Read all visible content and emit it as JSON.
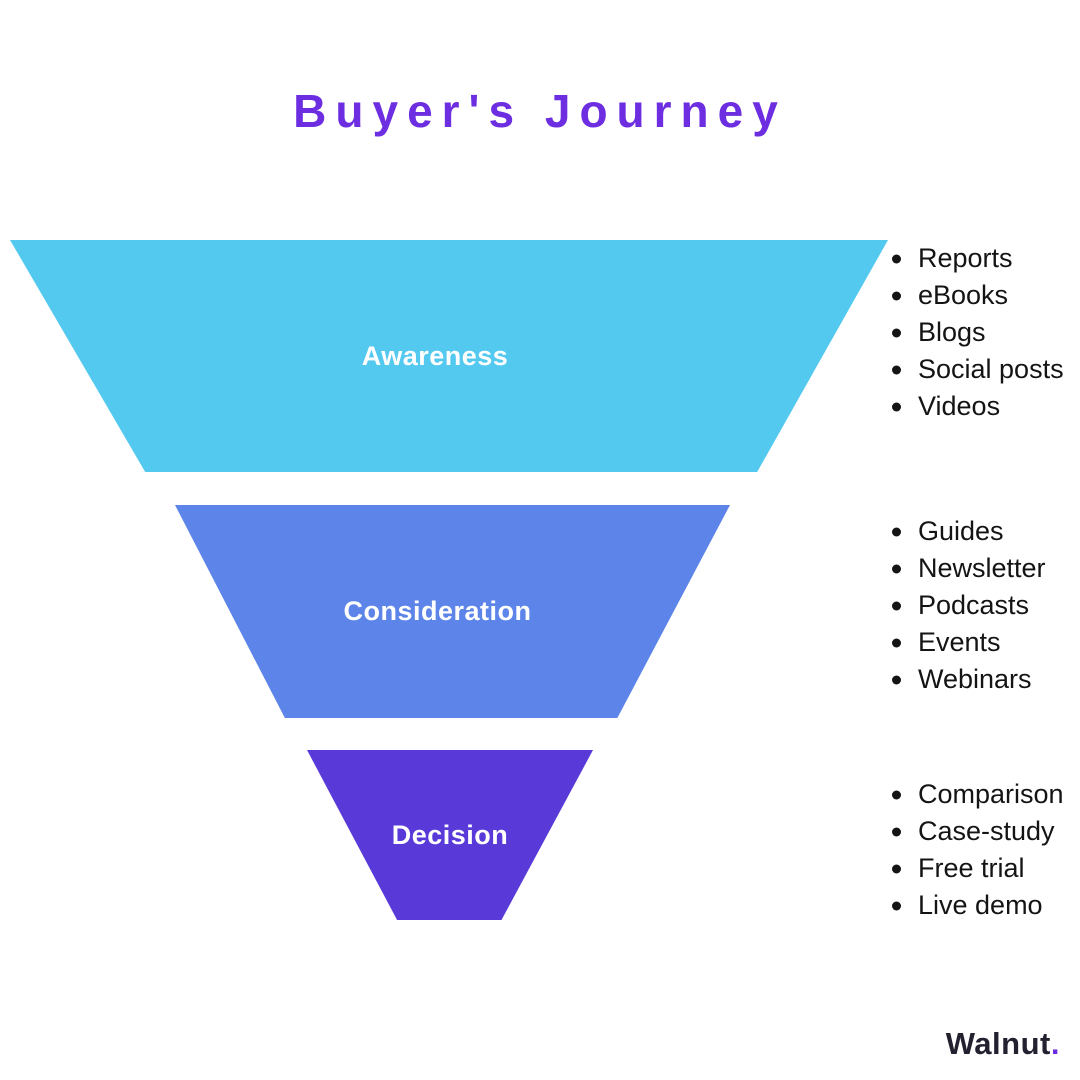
{
  "title": "Buyer's Journey",
  "theme": {
    "background": "#FFFFFF",
    "title_color": "#6D2EE1",
    "text_color": "#141414",
    "brand_color": "#23202F",
    "brand_dot_color": "#6D2EE1"
  },
  "funnel": {
    "stages": [
      {
        "label": "Awareness",
        "color": "#54C9F0",
        "items": [
          "Reports",
          "eBooks",
          "Blogs",
          "Social posts",
          "Videos"
        ]
      },
      {
        "label": "Consideration",
        "color": "#5C84E9",
        "items": [
          "Guides",
          "Newsletter",
          "Podcasts",
          "Events",
          "Webinars"
        ]
      },
      {
        "label": "Decision",
        "color": "#5939D8",
        "items": [
          "Comparison",
          "Case-study",
          "Free trial",
          "Live demo"
        ]
      }
    ]
  },
  "footer": {
    "brand": "Walnut",
    "dot": "."
  }
}
